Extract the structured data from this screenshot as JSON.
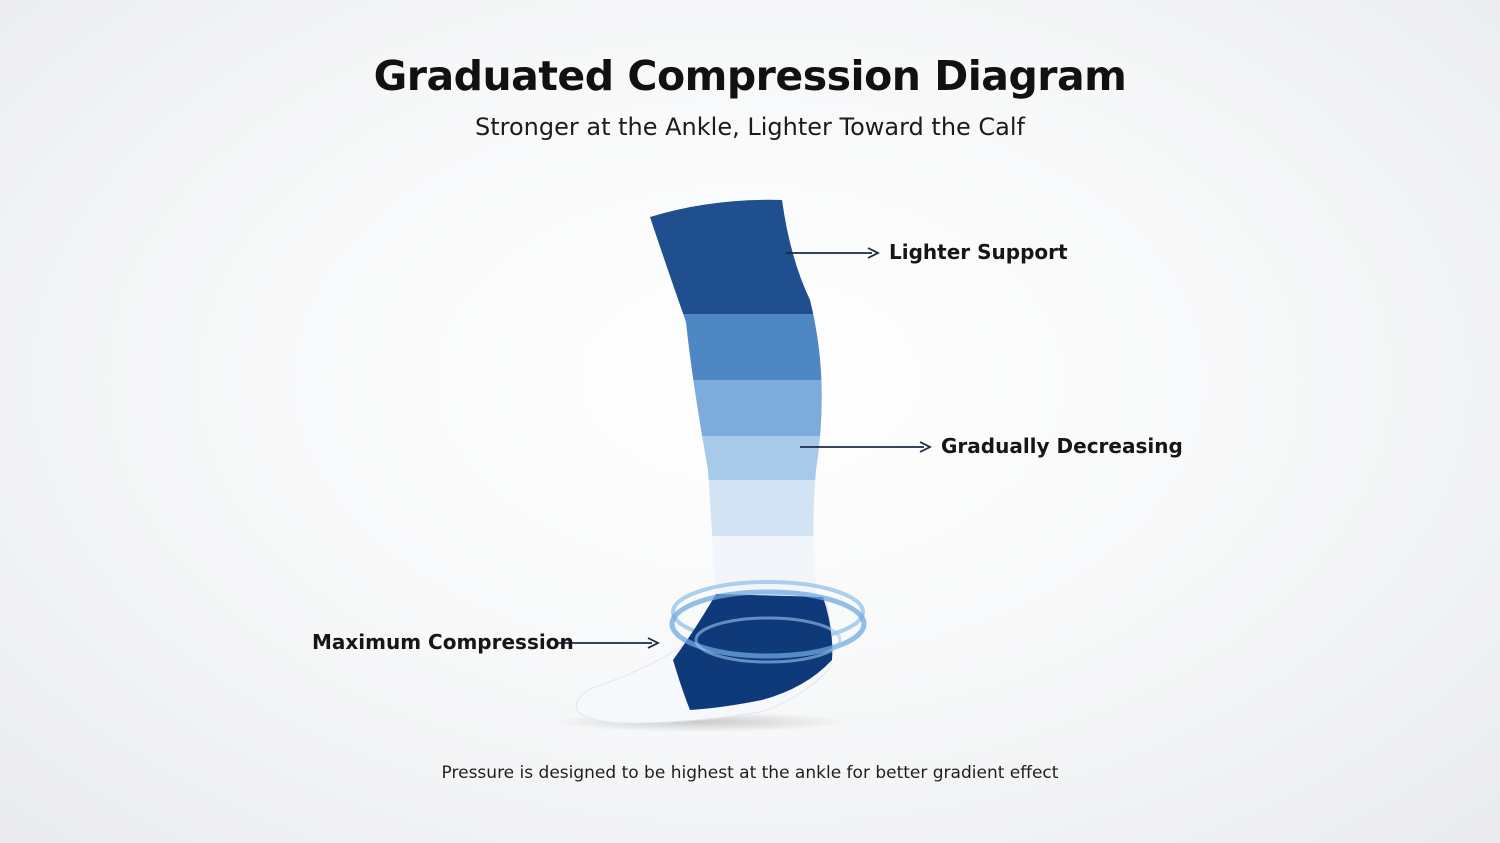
{
  "title": "Graduated Compression Diagram",
  "subtitle": "Stronger at the Ankle, Lighter Toward the Calf",
  "callouts": {
    "top": "Lighter Support",
    "middle": "Gradually Decreasing",
    "ankle": "Maximum Compression"
  },
  "footnote": "Pressure is designed to be highest at the ankle for better gradient effect",
  "colors": {
    "band_top": "#1f4f8f",
    "band_2": "#4f86c4",
    "band_3": "#7cabdc",
    "band_4": "#a7c9ea",
    "band_5": "#d2e3f3",
    "band_6": "#f2f6fa",
    "ankle_band": "#0f3a7a",
    "arrow": "#1b2a44",
    "ring": "#6fa8e0"
  },
  "icons": {
    "sock": "compression-sock-illustration",
    "ring": "ankle-pressure-ring",
    "arrow": "right-arrow"
  }
}
